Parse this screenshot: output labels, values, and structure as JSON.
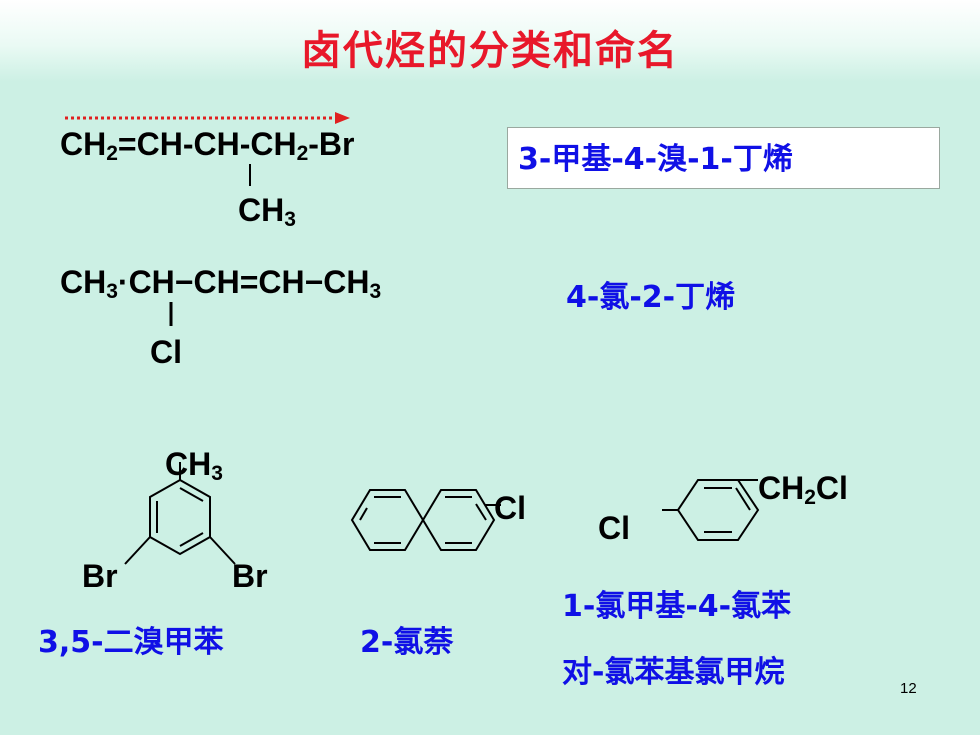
{
  "slide": {
    "title": "卤代烃的分类和命名",
    "page_number": "12"
  },
  "formula1": {
    "line1": {
      "a": "CH",
      "a_sub": "2",
      "b": "=CH-CH-CH",
      "b_sub": "2",
      "c": "-Br"
    },
    "branch": {
      "a": "CH",
      "a_sub": "3"
    },
    "name": "3-甲基-4-溴-1-丁烯"
  },
  "formula2": {
    "line1": {
      "a": "CH",
      "a_sub": "3",
      "b": "·CH−CH=CH−CH",
      "b_sub": "3"
    },
    "branch": "Cl",
    "name": "4-氯-2-丁烯"
  },
  "struct1": {
    "top": {
      "a": "CH",
      "a_sub": "3"
    },
    "left": "Br",
    "right": "Br",
    "name": "3,5-二溴甲苯"
  },
  "struct2": {
    "sub": "Cl",
    "name": "2-氯萘"
  },
  "struct3": {
    "left": "Cl",
    "right": {
      "a": "CH",
      "a_sub": "2",
      "b": "Cl"
    },
    "name1": "1-氯甲基-4-氯苯",
    "name2": "对-氯苯基氯甲烷"
  },
  "colors": {
    "title": "#e8182a",
    "names": "#1010e6",
    "arrow": "#e02020",
    "background": "#ccf0e4"
  }
}
